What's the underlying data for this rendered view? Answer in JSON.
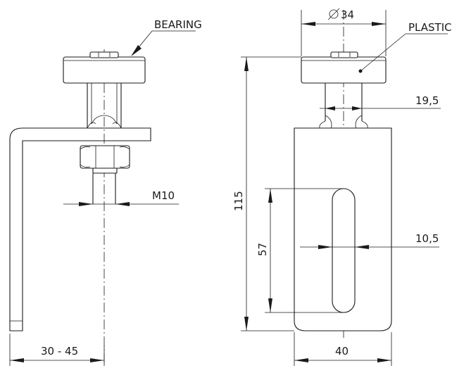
{
  "labels": {
    "bearing": "BEARING",
    "plastic": "PLASTIC",
    "thread": "M10",
    "adjust_range": "30 - 45",
    "diameter_value": "34",
    "pin_width": "19,5",
    "slot_width": "10,5",
    "total_height": "115",
    "slot_length": "57",
    "plate_width": "40"
  },
  "icons": {
    "diameter_symbol": "diameter-icon"
  },
  "colors": {
    "line": "#1a1a1a",
    "background": "#ffffff"
  }
}
